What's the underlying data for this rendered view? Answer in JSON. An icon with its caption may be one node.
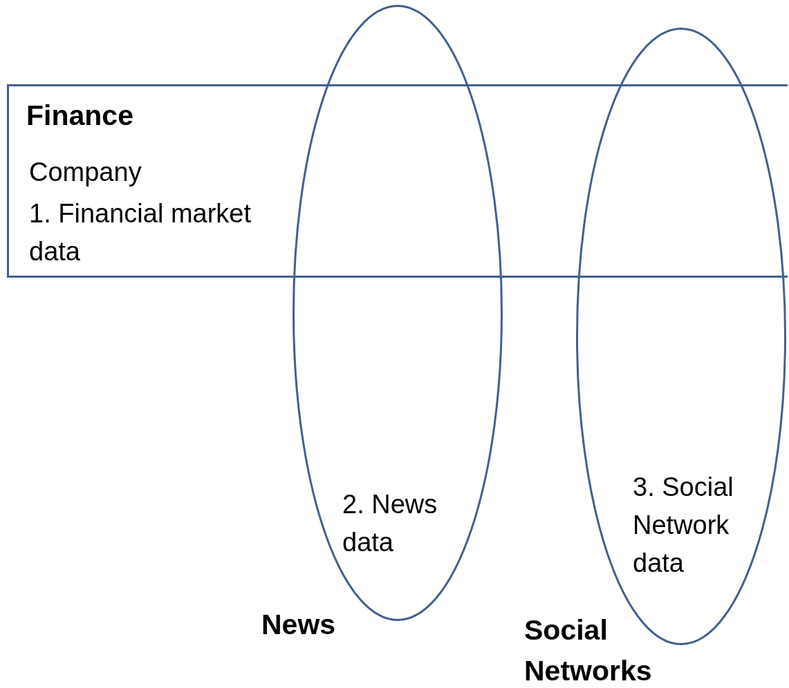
{
  "diagram": {
    "nodes": [
      {
        "text": [
          "Finance",
          "Company",
          "1. Financial market data"
        ]
      },
      {
        "text": [
          "2. News data",
          "News"
        ]
      },
      {
        "text": [
          "3. Social Network data",
          "Social Networks"
        ]
      }
    ],
    "edges": []
  }
}
